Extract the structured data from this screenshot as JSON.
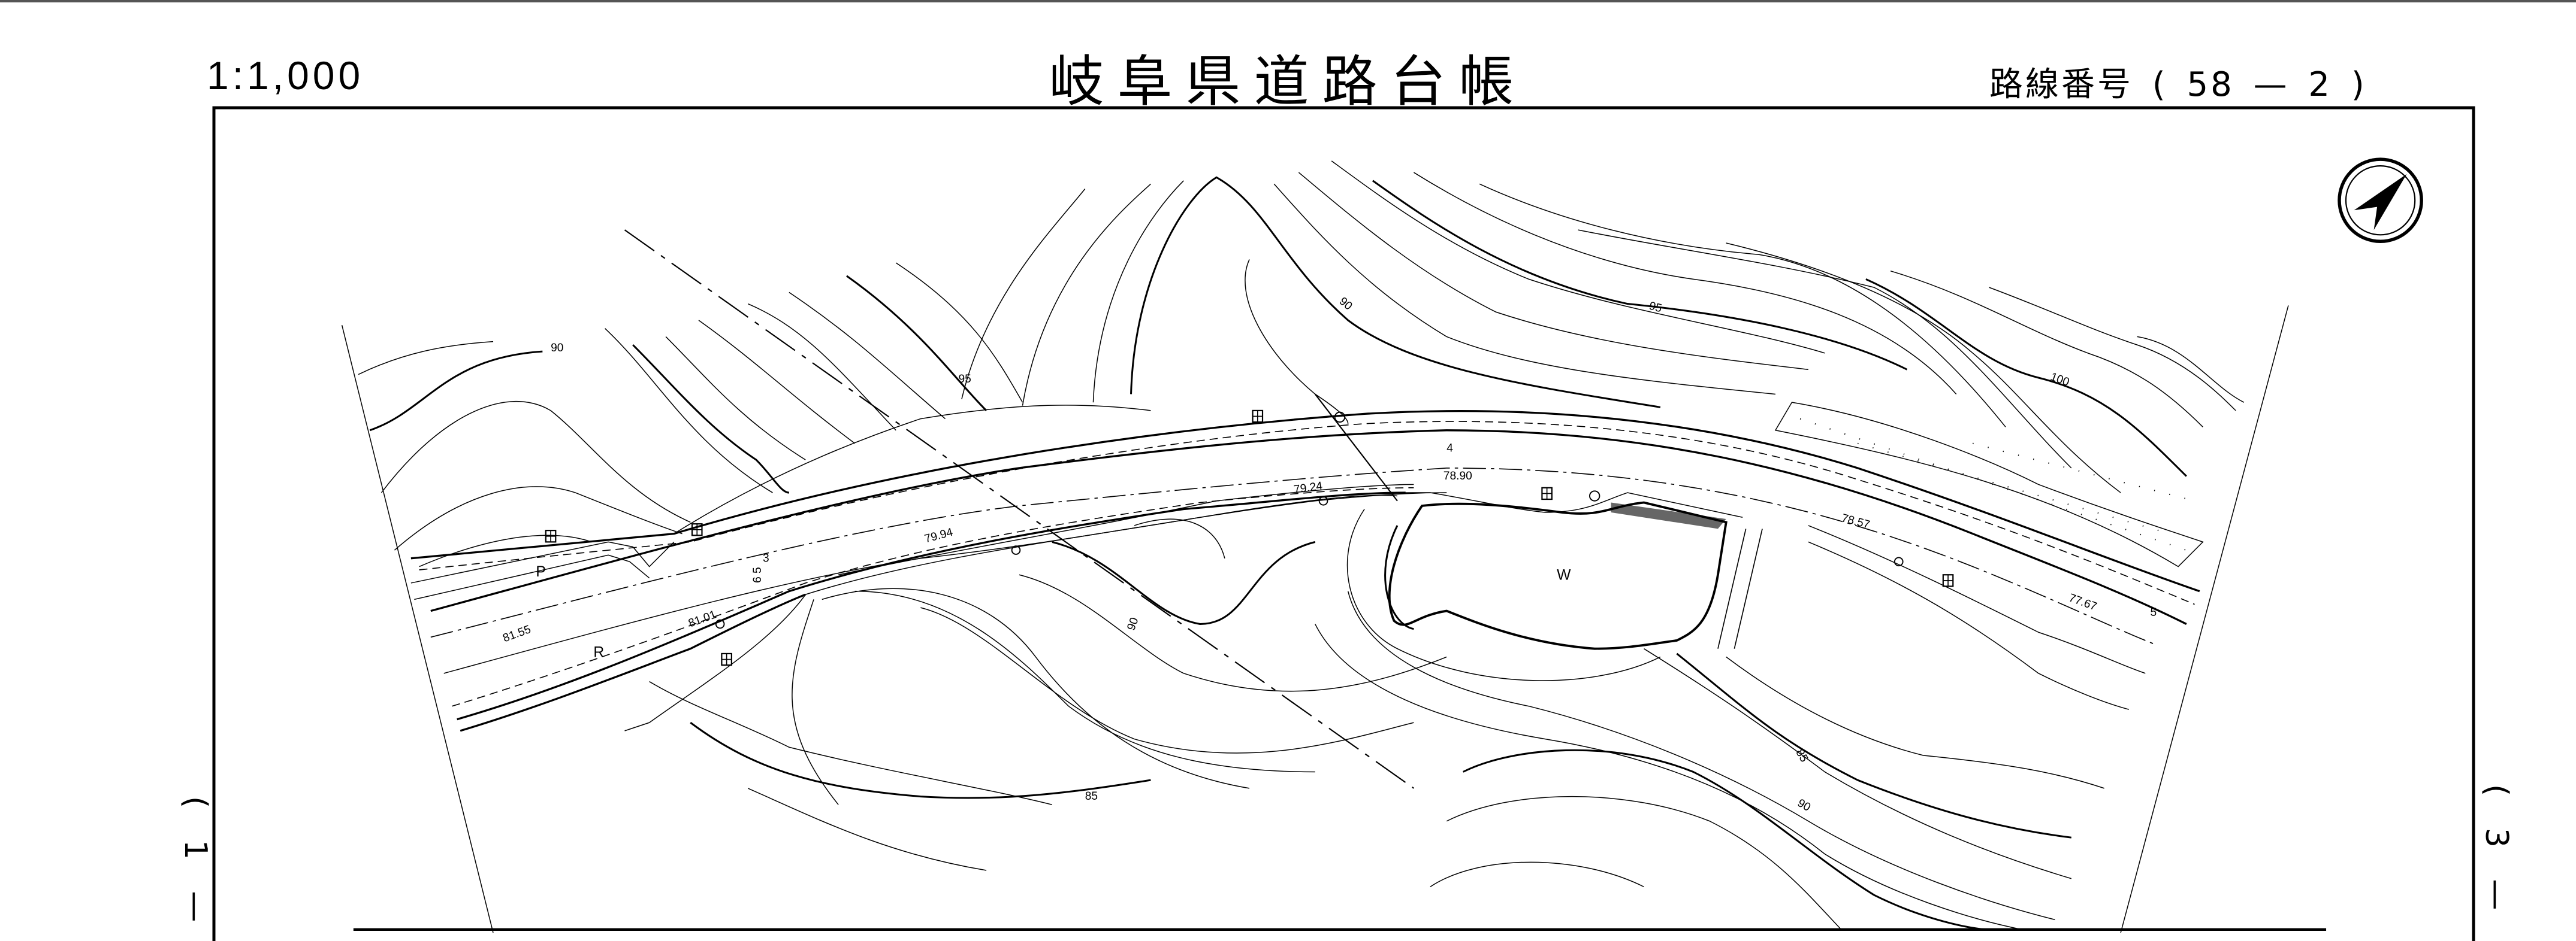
{
  "header": {
    "scale": "1:1,000",
    "title": "岐阜県道路台帳",
    "route_label": "路線番号",
    "route_open": "(",
    "route_major": "58",
    "route_dash": "—",
    "route_minor": "2",
    "route_close": ")"
  },
  "side_marks": {
    "left": "( 1 —",
    "right": "( 3 —"
  },
  "map": {
    "north_arrow": "north-arrow-icon",
    "contour_labels": [
      "90",
      "95",
      "90",
      "95",
      "100",
      "90",
      "85",
      "85",
      "90"
    ],
    "elevations": [
      "81.55",
      "81.01",
      "79.94",
      "79.24",
      "78.90",
      "78.57",
      "77.67"
    ],
    "station_numbers": [
      "3",
      "4",
      "5",
      "6 5"
    ],
    "area_labels": [
      "P",
      "R",
      "W"
    ]
  }
}
